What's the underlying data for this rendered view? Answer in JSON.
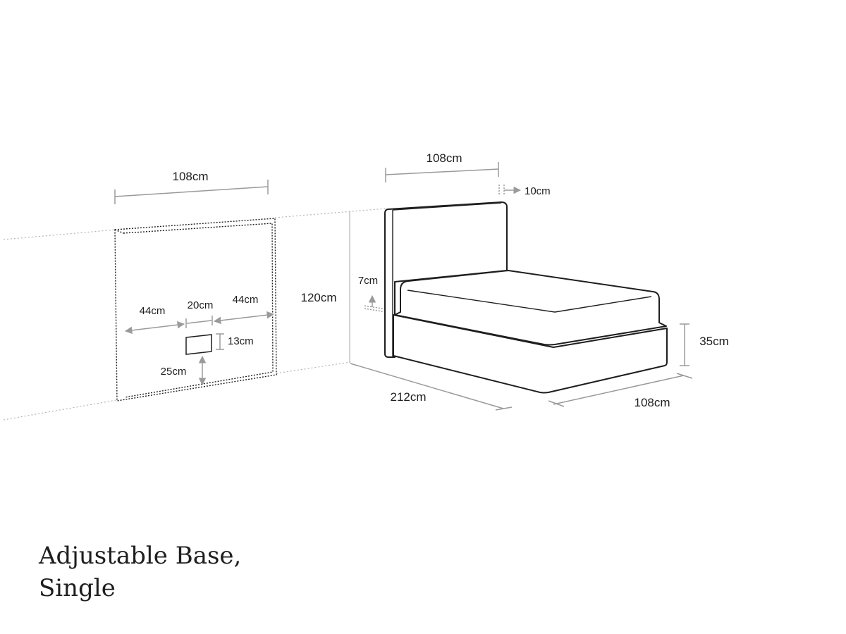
{
  "title": {
    "line1": "Adjustable Base,",
    "line2": "Single"
  },
  "wall_panel": {
    "width": "108cm",
    "left_offset": "44cm",
    "socket_width": "20cm",
    "right_offset": "44cm",
    "socket_height": "13cm",
    "socket_from_floor": "25cm"
  },
  "bed": {
    "headboard_width": "108cm",
    "headboard_depth": "10cm",
    "headboard_height": "120cm",
    "floor_clearance": "7cm",
    "base_height": "35cm",
    "length": "212cm",
    "width": "108cm"
  },
  "colors": {
    "outline": "#1e1e1e",
    "dimension_line": "#9a9a9a",
    "guide_line": "#b4b4b4"
  }
}
